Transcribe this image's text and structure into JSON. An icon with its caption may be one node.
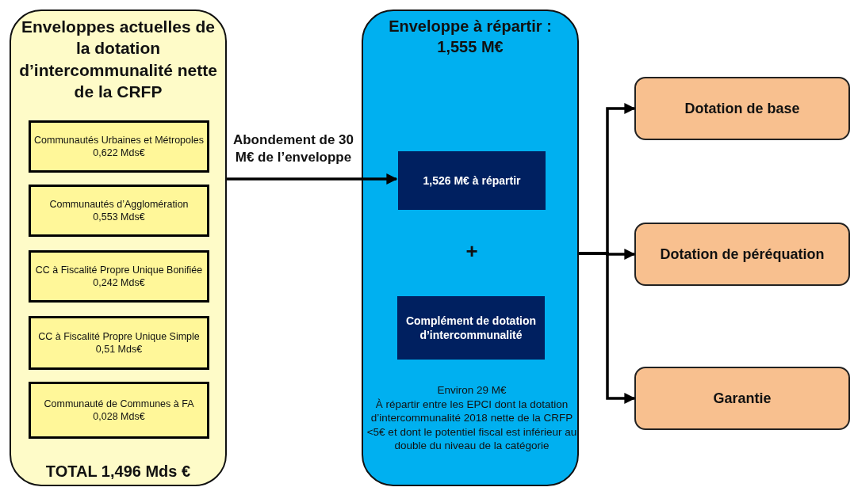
{
  "diagram": {
    "nodes": [
      {
        "text": [
          "Enveloppes actuelles de la dotation d’intercommunalité nette de la CRFP",
          "TOTAL 1,496 Mds €"
        ]
      },
      {
        "text": [
          "Communautés Urbaines et Métropoles",
          "0,622 Mds€"
        ],
        "in": 0
      },
      {
        "text": [
          "Communautés d’Agglomération",
          "0,553 Mds€"
        ],
        "in": 0
      },
      {
        "text": [
          "CC à Fiscalité Propre Unique Bonifiée",
          "0,242 Mds€"
        ],
        "in": 0
      },
      {
        "text": [
          "CC à Fiscalité Propre Unique Simple",
          "0,51 Mds€"
        ],
        "in": 0
      },
      {
        "text": [
          "Communauté de Communes à FA",
          "0,028 Mds€"
        ],
        "in": 0
      },
      {
        "text": [
          "Enveloppe à répartir : 1,555 M€"
        ]
      },
      {
        "text": [
          "1,526 M€ à répartir"
        ],
        "in": 6
      },
      {
        "text": [
          "Complément de dotation d’intercommunalité"
        ],
        "in": 6,
        "beside": [
          "Environ 29 M€",
          "À répartir entre les EPCI dont la dotation d’intercommunalité 2018 nette de la CRFP <5€ et dont le potentiel fiscal est inférieur au double du niveau de la catégorie"
        ]
      },
      {
        "text": [
          "Dotation de base"
        ]
      },
      {
        "text": [
          "Dotation de péréquation"
        ]
      },
      {
        "text": [
          "Garantie"
        ]
      }
    ],
    "edges": [
      {
        "from": 0,
        "to": 7,
        "arrow": "to",
        "label": "Abondement de 30 M€ de l’enveloppe"
      },
      {
        "from": 6,
        "to": 9,
        "arrow": "to"
      },
      {
        "from": 6,
        "to": 10,
        "arrow": "to"
      },
      {
        "from": 6,
        "to": 11,
        "arrow": "to"
      }
    ],
    "labels": [
      "+"
    ]
  }
}
